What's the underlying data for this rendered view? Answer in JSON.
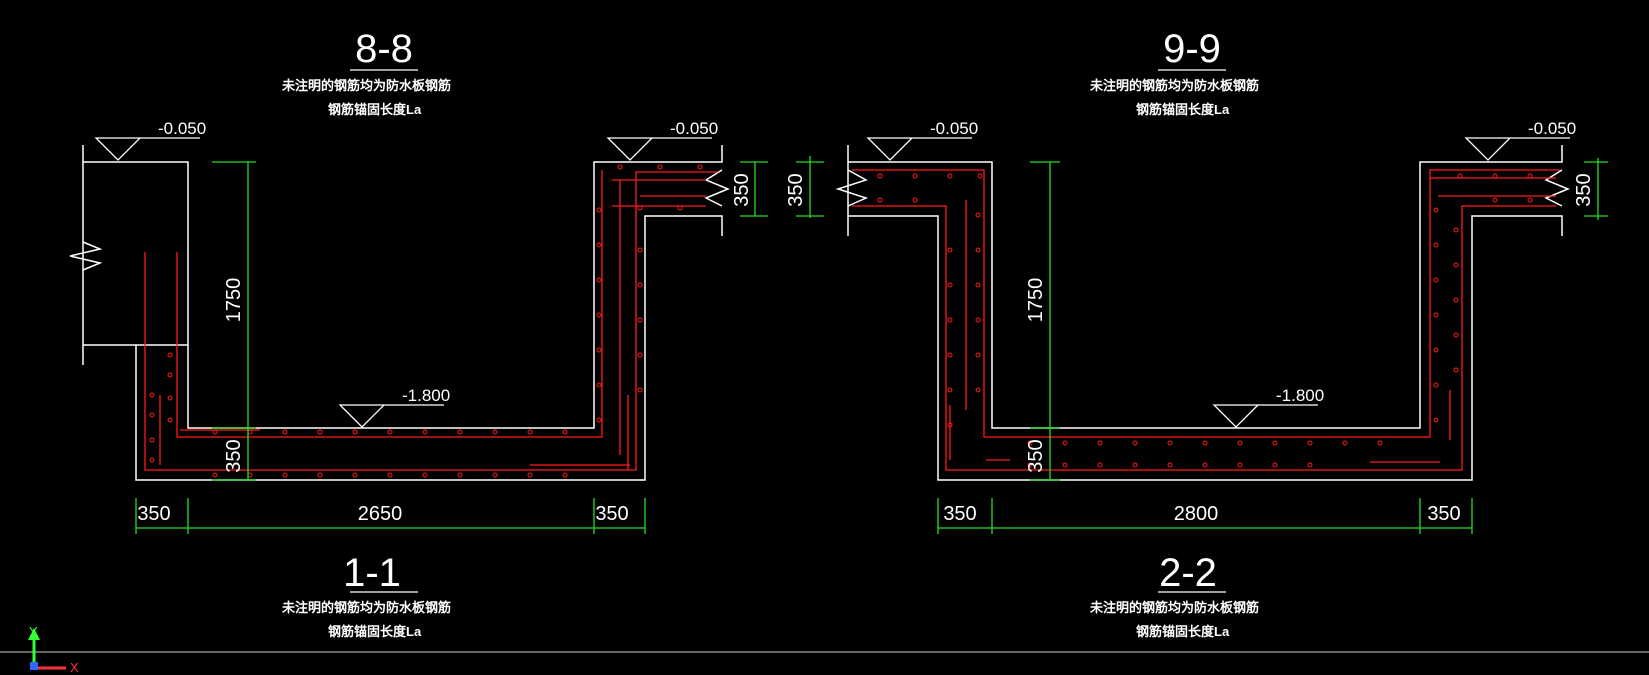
{
  "colors": {
    "background": "#000000",
    "outline": "#ffffff",
    "rebar": "#ff1a1a",
    "dimension": "#22dd22",
    "axis_x": "#ff3333",
    "axis_y": "#33ff33",
    "axis_z": "#3366ff"
  },
  "sections": {
    "s88": {
      "title": "8-8",
      "note1": "未注明的钢筋均为防水板钢筋",
      "note2": "钢筋锚固长度La"
    },
    "s99": {
      "title": "9-9",
      "note1": "未注明的钢筋均为防水板钢筋",
      "note2": "钢筋锚固长度La"
    },
    "s11": {
      "title": "1-1",
      "note1": "未注明的钢筋均为防水板钢筋",
      "note2": "钢筋锚固长度La"
    },
    "s22": {
      "title": "2-2",
      "note1": "未注明的钢筋均为防水板钢筋",
      "note2": "钢筋锚固长度La"
    }
  },
  "elevations": {
    "top_left": "-0.050",
    "top_right_a": "-0.050",
    "top_left_b": "-0.050",
    "top_right_b": "-0.050",
    "bottom_a": "-1.800",
    "bottom_b": "-1.800"
  },
  "dims": {
    "a_depth": "1750",
    "a_slab": "350",
    "a_left": "350",
    "a_span": "2650",
    "a_right": "350",
    "a_top": "350",
    "b_top_left": "350",
    "b_depth": "1750",
    "b_slab": "350",
    "b_left": "350",
    "b_span": "2800",
    "b_right": "350",
    "b_top_right": "350"
  },
  "ucs": {
    "y_label": "Y",
    "x_label": "X"
  }
}
